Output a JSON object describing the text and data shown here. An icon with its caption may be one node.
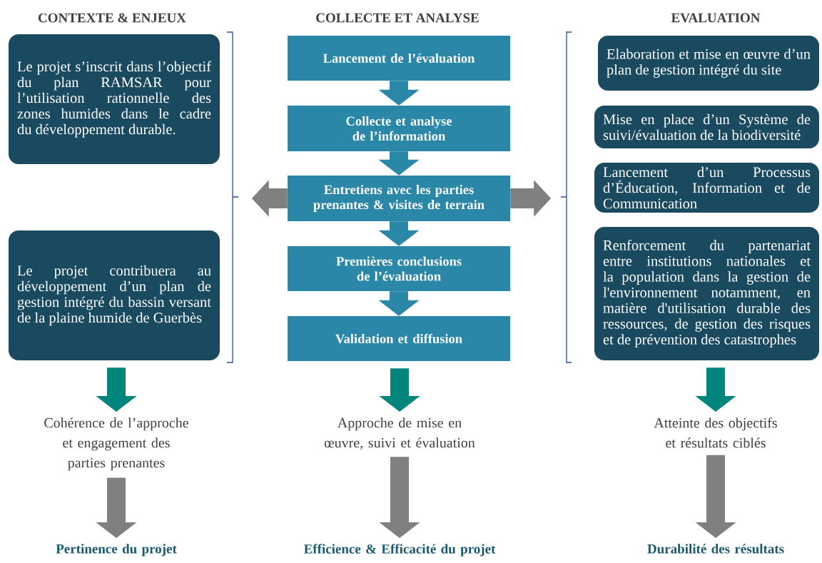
{
  "diagram": {
    "nodes": [
      {
        "text": [
          "Le projet s’inscrit dans l’objectif du plan RAMSAR pour l’utilisation rationnelle des zones humides dans le cadre du développement durable."
        ]
      },
      {
        "text": [
          "Le projet contribuera au développement d’un plan de gestion intégré du bassin versant de la plaine humide de Guerbès"
        ]
      },
      {
        "text": [
          "Lancement de l’évaluation"
        ]
      },
      {
        "text": [
          "Collecte et analyse de l’information"
        ]
      },
      {
        "text": [
          "Entretiens avec les parties prenantes & visites de terrain"
        ]
      },
      {
        "text": [
          "Premières conclusions de l’évaluation"
        ]
      },
      {
        "text": [
          "Validation et diffusion"
        ]
      },
      {
        "text": [
          "Elaboration et mise en œuvre d’un plan de gestion intégré du site"
        ]
      },
      {
        "text": [
          "Mise en place d’un Système de suivi/évaluation de la biodiversité"
        ]
      },
      {
        "text": [
          "Lancement d’un Processus d’Éducation, Information et de Communication"
        ]
      },
      {
        "text": [
          "Renforcement du partenariat entre institutions nationales et la population dans la gestion de l'environnement notamment, en matière d'utilisation durable des ressources, de gestion des risques et de prévention des catastrophes"
        ]
      },
      {
        "text": [
          "Cohérence de l’approche et engagement des parties prenantes"
        ]
      },
      {
        "text": [
          "Approche de mise en œuvre, suivi et évaluation"
        ]
      },
      {
        "text": [
          "Atteinte des objectifs et résultats ciblés"
        ]
      },
      {
        "text": [
          "Pertinence du projet"
        ]
      },
      {
        "text": [
          "Efficience & Efficacité du projet"
        ]
      },
      {
        "text": [
          "Durabilité des résultats"
        ]
      }
    ],
    "edges": [
      {
        "from": 2,
        "to": 3,
        "arrow": "to",
        "color": "#2a87a8"
      },
      {
        "from": 3,
        "to": 4,
        "arrow": "to",
        "color": "#2a87a8"
      },
      {
        "from": 4,
        "to": 5,
        "arrow": "to",
        "color": "#2a87a8"
      },
      {
        "from": 5,
        "to": 6,
        "arrow": "to",
        "color": "#2a87a8"
      },
      {
        "from": 4,
        "to": null,
        "arrow": "to",
        "color": "#808080"
      },
      {
        "from": 4,
        "to": null,
        "arrow": "to",
        "color": "#808080"
      },
      {
        "from": 1,
        "to": 11,
        "arrow": "to",
        "color": "#00857d"
      },
      {
        "from": 6,
        "to": 12,
        "arrow": "to",
        "color": "#00857d"
      },
      {
        "from": 10,
        "to": 13,
        "arrow": "to",
        "color": "#00857d"
      },
      {
        "from": 11,
        "to": 14,
        "arrow": "to",
        "color": "#808080"
      },
      {
        "from": 12,
        "to": 15,
        "arrow": "to",
        "color": "#808080"
      },
      {
        "from": 13,
        "to": 16,
        "arrow": "to",
        "color": "#808080"
      }
    ],
    "labels": [
      "CONTEXTE & ENJEUX",
      "COLLECTE ET ANALYSE",
      "EVALUATION"
    ]
  }
}
